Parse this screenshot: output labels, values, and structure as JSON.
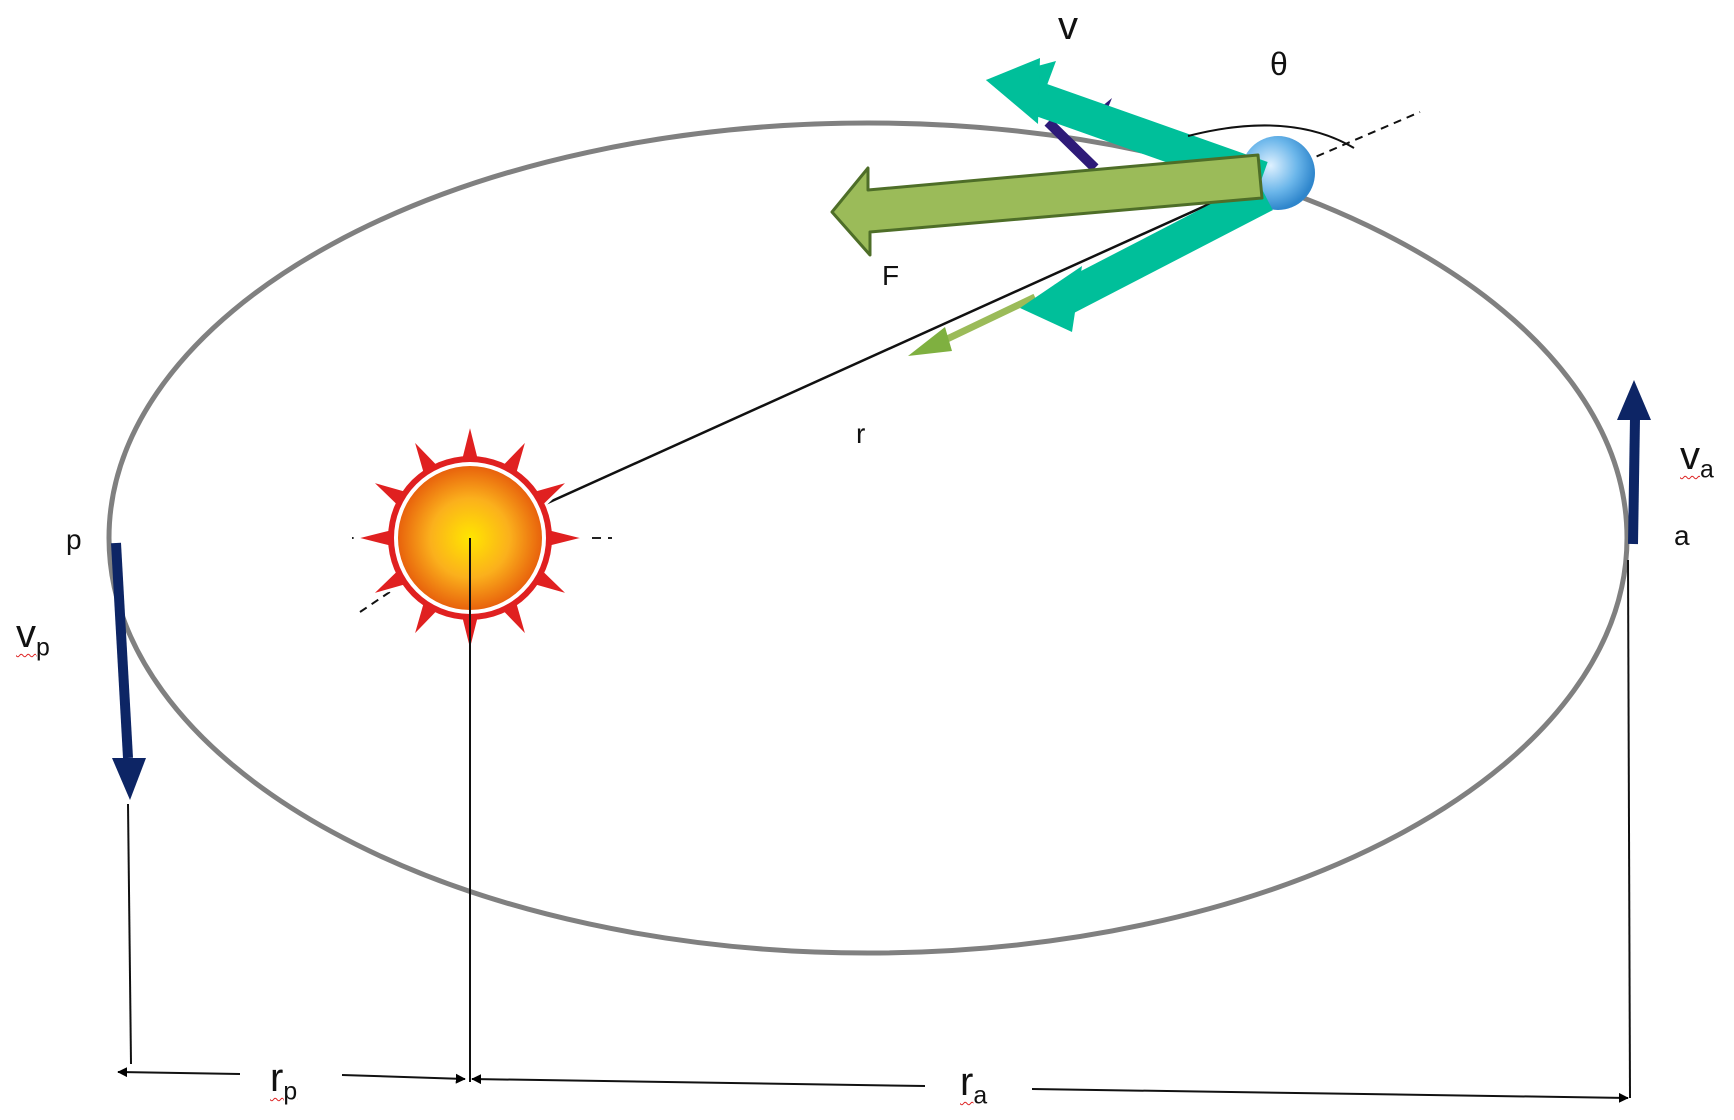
{
  "labels": {
    "v": "v",
    "theta": "θ",
    "force": "F",
    "r": "r",
    "perihelion": "p",
    "aphelion": "a",
    "vp_main": "v",
    "vp_sub": "p",
    "va_main": "v",
    "va_sub": "a",
    "rp_main": "r",
    "rp_sub": "p",
    "ra_main": "r",
    "ra_sub": "a"
  },
  "colors": {
    "orbit": "#808080",
    "velocity_teal": "#00bf9a",
    "force_green": "#9bbb59",
    "force_green_outline": "#4e6e28",
    "dark_arrow": "#0d2565",
    "planet": "#5aaee6",
    "sun_core": "#f7a21a",
    "sun_rays": "#e02020"
  }
}
